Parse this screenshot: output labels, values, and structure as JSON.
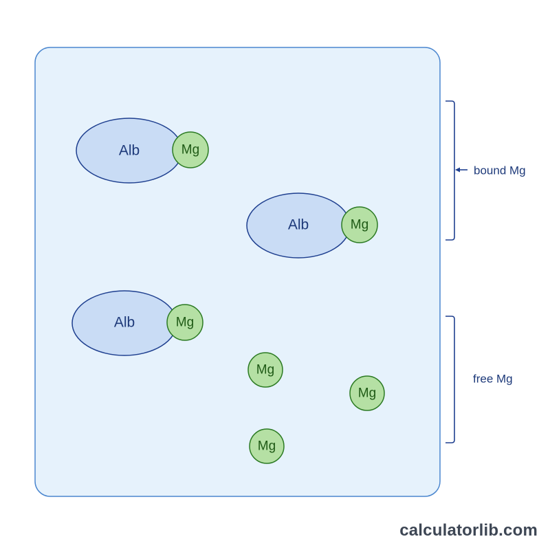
{
  "diagram": {
    "complex_label": "Alb",
    "ion_label": "Mg",
    "bound_label": "bound Mg",
    "free_label": "free Mg",
    "complex_count": 3,
    "free_ion_count": 3,
    "colors": {
      "container_fill": "#e6f2fc",
      "container_stroke": "#4a86cf",
      "albumin_fill": "#c9dcf5",
      "albumin_stroke": "#1e3f8f",
      "albumin_text": "#1e3a7a",
      "ion_fill": "#b5e0a4",
      "ion_stroke": "#2b7a22",
      "ion_text": "#1f5a16",
      "bracket": "#1e3f8f",
      "annotation_text": "#1e3a7a"
    }
  },
  "footer": {
    "brand": "calculatorlib.com"
  }
}
